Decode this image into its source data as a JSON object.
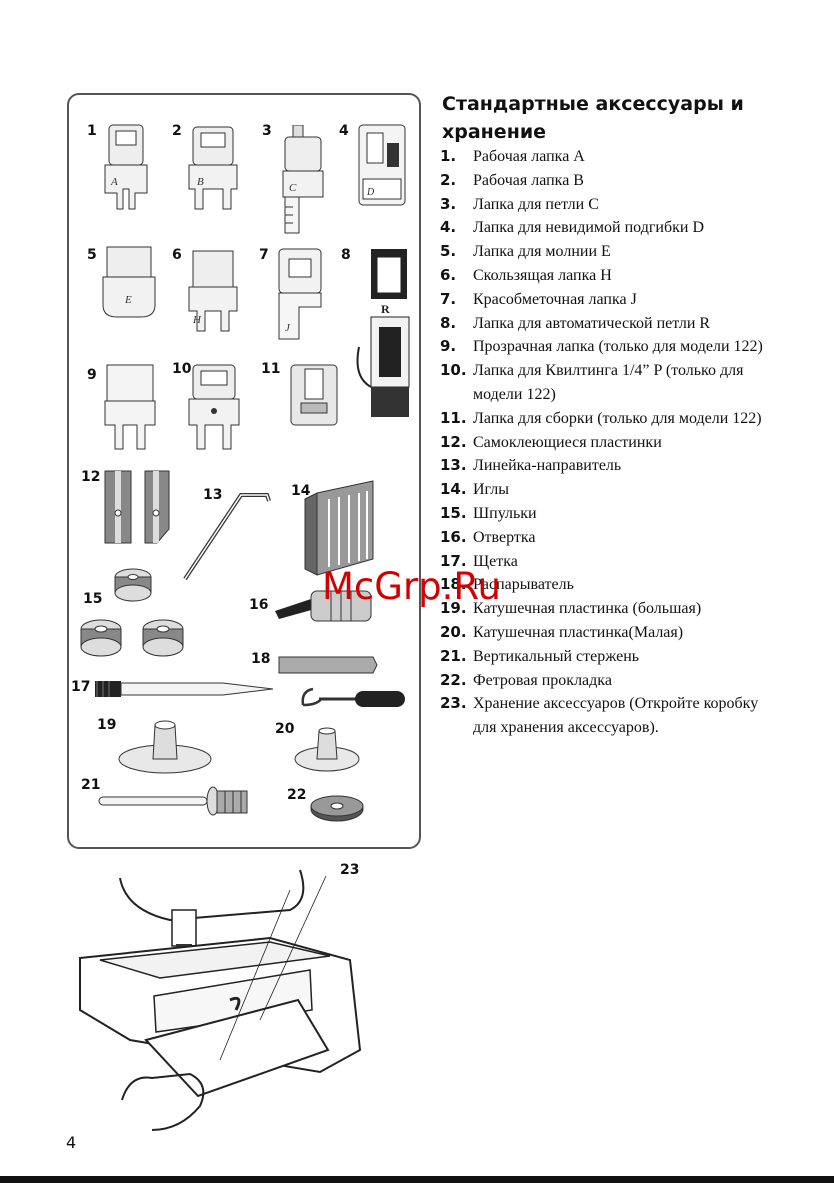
{
  "title": "Стандартные аксессуары и хранение",
  "items": [
    {
      "num": "1.",
      "text": "Рабочая лапка A"
    },
    {
      "num": "2.",
      "text": "Рабочая лапка B"
    },
    {
      "num": "3.",
      "text": "Лапка для петли C"
    },
    {
      "num": "4.",
      "text": "Лапка для невидимой подгибки D"
    },
    {
      "num": "5.",
      "text": "Лапка для молнии E"
    },
    {
      "num": "6.",
      "text": "Скользящая лапка H"
    },
    {
      "num": "7.",
      "text": "Красобметочная лапка J"
    },
    {
      "num": "8.",
      "text": "Лапка для автоматической петли R"
    },
    {
      "num": "9.",
      "text": "Прозрачная лапка (только для модели 122)"
    },
    {
      "num": "10.",
      "text": "Лапка для Квилтинга 1/4” P (только для модели 122)"
    },
    {
      "num": "11.",
      "text": "Лапка для сборки (только для модели 122)"
    },
    {
      "num": "12.",
      "text": "Самоклеющиеся пластинки"
    },
    {
      "num": "13.",
      "text": "Линейка-направитель"
    },
    {
      "num": "14.",
      "text": "Иглы"
    },
    {
      "num": "15.",
      "text": "Шпульки"
    },
    {
      "num": "16.",
      "text": "Отвертка"
    },
    {
      "num": "17.",
      "text": "Щетка"
    },
    {
      "num": "18.",
      "text": "Распарыватель"
    },
    {
      "num": "19.",
      "text": "Катушечная пластинка (большая)"
    },
    {
      "num": "20.",
      "text": "Катушечная пластинка(Малая)"
    },
    {
      "num": "21.",
      "text": "Вертикальный стержень"
    },
    {
      "num": "22.",
      "text": "Фетровая прокладка"
    },
    {
      "num": "23.",
      "text": "Хранение аксессуаров (Откройте коробку для хранения аксессуаров)."
    }
  ],
  "figure_labels": {
    "n1": "1",
    "n2": "2",
    "n3": "3",
    "n4": "4",
    "n5": "5",
    "n6": "6",
    "n7": "7",
    "n8": "8",
    "n9": "9",
    "n10": "10",
    "n11": "11",
    "n12": "12",
    "n13": "13",
    "n14": "14",
    "n15": "15",
    "n16": "16",
    "n17": "17",
    "n18": "18",
    "n19": "19",
    "n20": "20",
    "n21": "21",
    "n22": "22",
    "n23": "23"
  },
  "foot_letters": {
    "a": "A",
    "b": "B",
    "c": "C",
    "d": "D",
    "e": "E",
    "h": "H",
    "j": "J",
    "r": "R"
  },
  "watermark": "McGrp.Ru",
  "page_number": "4"
}
